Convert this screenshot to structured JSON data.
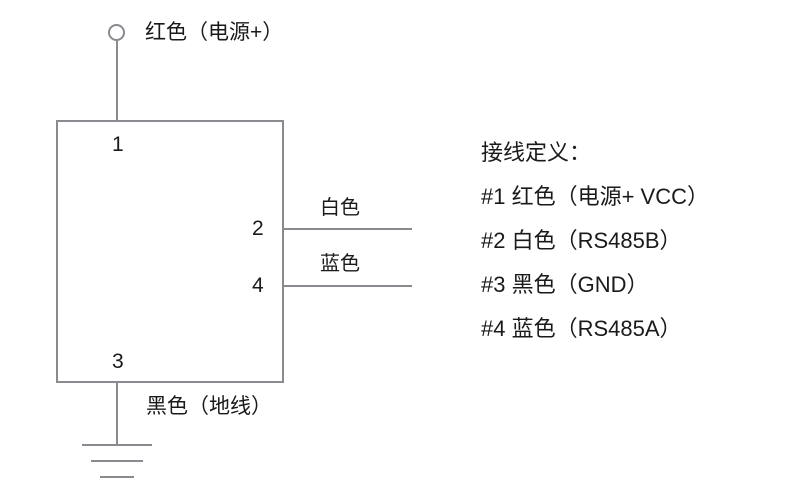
{
  "diagram": {
    "title_present": false,
    "background_color": "#ffffff",
    "line_color": "#8a8a90",
    "text_color": "#1a1a1a",
    "component": {
      "name": "sensor-body",
      "pins": [
        {
          "id": "1",
          "number": "1",
          "side": "top"
        },
        {
          "id": "2",
          "number": "2",
          "side": "right"
        },
        {
          "id": "4",
          "number": "4",
          "side": "right"
        },
        {
          "id": "3",
          "number": "3",
          "side": "bottom"
        }
      ]
    },
    "wires": [
      {
        "id": "pin1",
        "label": "红色（电源+）",
        "terminal": "open-circle"
      },
      {
        "id": "pin2",
        "label": "白色",
        "terminal": "stub"
      },
      {
        "id": "pin4",
        "label": "蓝色",
        "terminal": "stub"
      },
      {
        "id": "pin3",
        "label": "黑色（地线）",
        "terminal": "ground"
      }
    ]
  },
  "legend": {
    "title": "接线定义：",
    "lines": [
      "#1 红色（电源+ VCC）",
      "#2 白色（RS485B）",
      "#3 黑色（GND）",
      "#4 蓝色（RS485A）"
    ]
  }
}
